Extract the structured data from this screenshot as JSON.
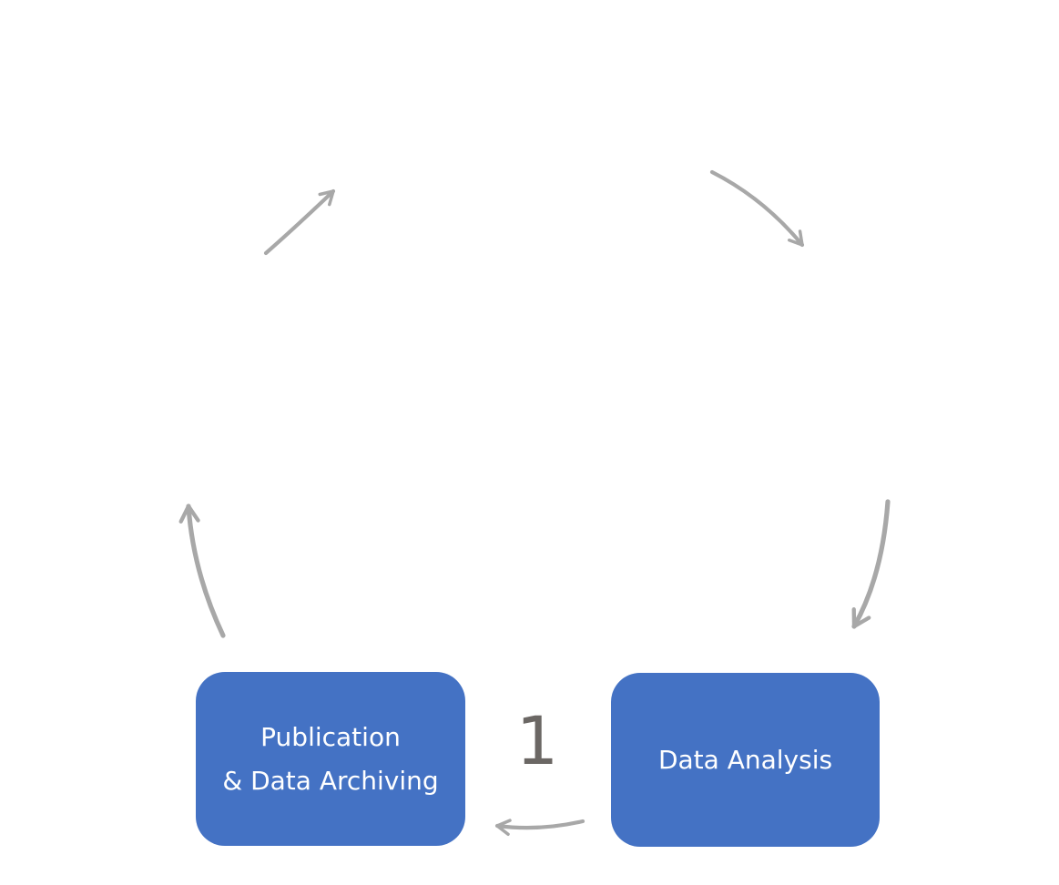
{
  "colors": {
    "canvas-bg": "#ffffff",
    "node-fill": "#4472c4",
    "node-text": "#ffffff",
    "arrow": "#a8a8a8",
    "step-number": "#6b6764"
  },
  "diagram": {
    "type": "cycle",
    "step_marker": {
      "label": "1"
    },
    "nodes": [
      {
        "id": "publication-archiving",
        "lines": [
          "Publication",
          "& Data Archiving"
        ]
      },
      {
        "id": "data-analysis",
        "lines": [
          "Data Analysis"
        ]
      }
    ],
    "arrows": [
      {
        "name": "arrow-upper-left",
        "direction": "up-right"
      },
      {
        "name": "arrow-upper-right",
        "direction": "down-right"
      },
      {
        "name": "arrow-right-side",
        "direction": "down",
        "to": "data-analysis"
      },
      {
        "name": "arrow-left-side",
        "direction": "up",
        "from": "publication-archiving"
      },
      {
        "name": "arrow-bottom",
        "direction": "left",
        "from": "data-analysis",
        "to": "publication-archiving"
      }
    ]
  }
}
